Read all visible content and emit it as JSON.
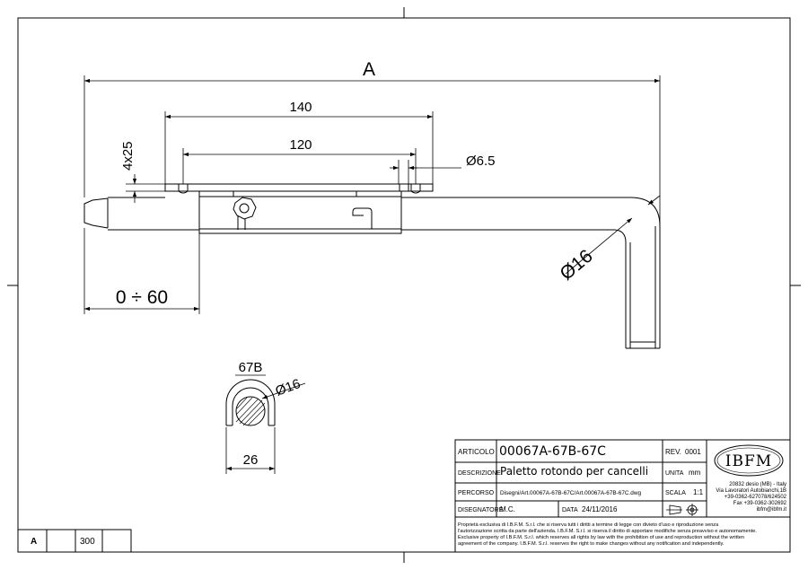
{
  "drawing": {
    "dim_a": "A",
    "dim_140": "140",
    "dim_120": "120",
    "dim_4x25": "4x25",
    "dim_hole": "Ø6.5",
    "dim_rod": "Ø16",
    "dim_travel": "0 ÷ 60",
    "section_label": "67B",
    "section_diameter": "Ø16",
    "section_width": "26"
  },
  "title_block": {
    "articolo_label": "ARTICOLO",
    "articolo_value": "00067A-67B-67C",
    "rev_label": "REV.",
    "rev_value": "0001",
    "descrizione_label": "DESCRIZIONE",
    "descrizione_value": "Paletto rotondo per cancelli",
    "unita_label": "UNITA",
    "unita_value": "mm",
    "percorso_label": "PERCORSO",
    "percorso_value": "Disegni/Art.00067A-67B-67C/Art.00067A-67B-67C.dwg",
    "scala_label": "SCALA",
    "scala_value": "1:1",
    "disegnatore_label": "DISEGNATORE",
    "disegnatore_value": "M.C.",
    "data_label": "DATA",
    "data_value": "24/11/2016",
    "logo_text": "IBFM",
    "address_1": "20832 desio (MB) - Italy",
    "address_2": "Via Lavoratori Autobianchi,1B",
    "address_3": "+39-0362-627078/624502",
    "address_4": "Fax +39-0362-302692",
    "address_5": "ibfm@ibfm.it",
    "legal_1": "Proprietà esclusiva di I.B.F.M. S.r.l. che si riserva tutti i diritti a termine di legge con divieto d'uso e riproduzione senza",
    "legal_2": "l'autorizzazione scritta da parte dell'azienda. I.B.F.M. S.r.l. si riserva il diritto di apportare modifiche senza preavviso e autonomamente.",
    "legal_3": "Exclusive property of I.B.F.M. S.r.l. which reserves all rights by law with the prohibition of use and reproduction without the written",
    "legal_4": "agreement of the company. I.B.F.M. S.r.l. reserves the right to make changes without any notification and independently."
  },
  "revision_box": {
    "cell_1": "A",
    "cell_3": "300"
  }
}
